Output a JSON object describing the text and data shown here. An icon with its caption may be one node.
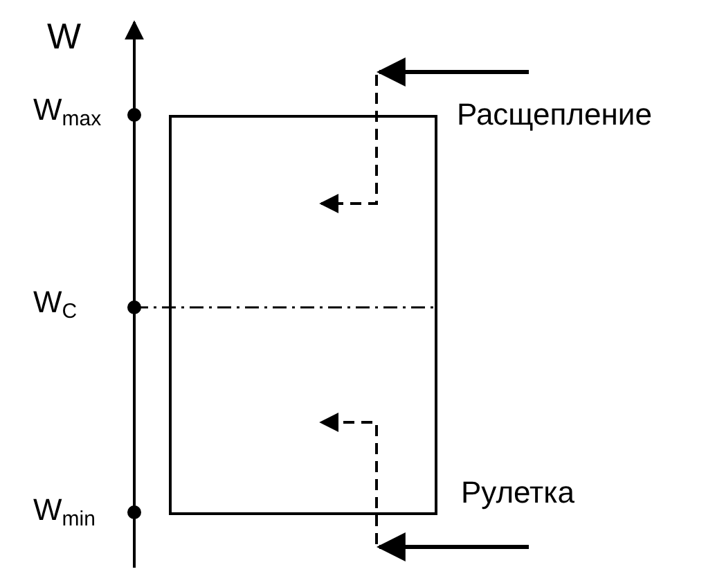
{
  "diagram": {
    "nodes": [
      {
        "text": [],
        "shape": "box"
      }
    ],
    "labels": [
      "W",
      "W$_{max}$",
      "W$_{C}$",
      "W$_{min}$",
      "Расщепление",
      "Рулетка"
    ]
  }
}
